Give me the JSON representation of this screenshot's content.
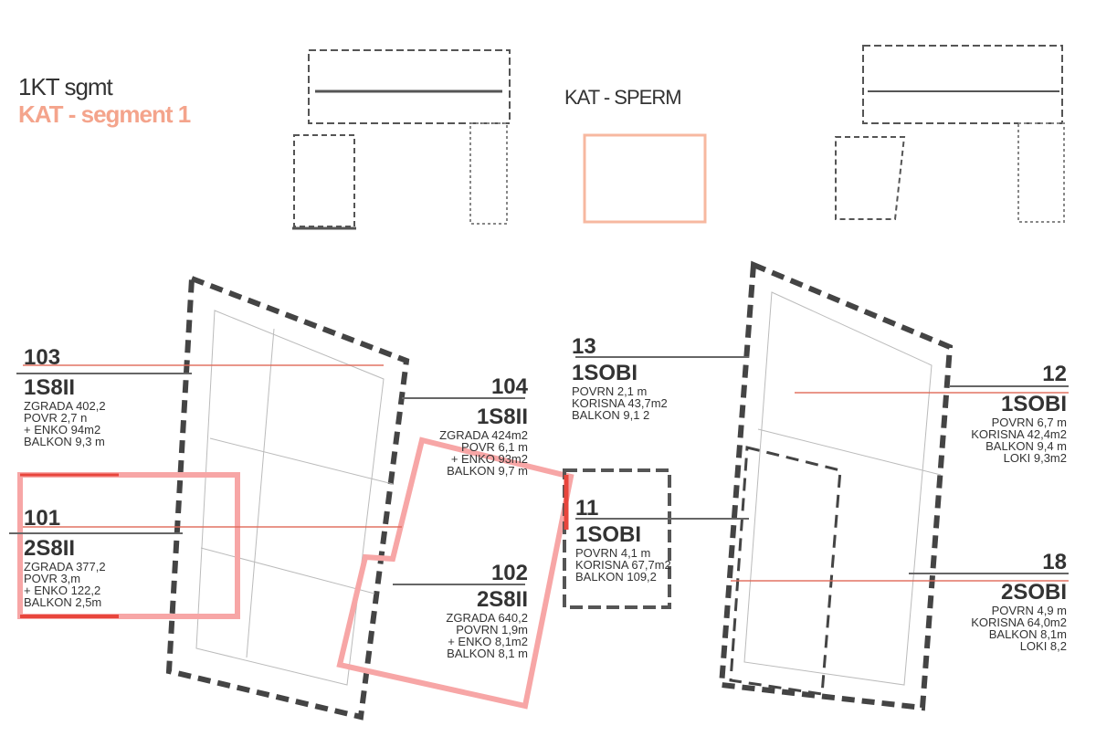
{
  "header": {
    "title_left": "1KT sgmt",
    "title_left_highlight": "KAT - segment 1",
    "title_right": "KAT - SPERM"
  },
  "colors": {
    "accent": "#e8453c",
    "highlight": "#f7a6a6",
    "wall": "#444444"
  },
  "units": [
    {
      "id": "u103",
      "num": "103",
      "type": "1S8II",
      "rows": [
        "ZGRADA 402,2",
        "POVR 2,7 n",
        "+ ENKO 94m2",
        "BALKON 9,3 m"
      ]
    },
    {
      "id": "u101",
      "num": "101",
      "type": "2S8II",
      "rows": [
        "ZGRADA 377,2",
        "POVR 3,m",
        "+ ENKO 122,2",
        "BALKON 2,5m"
      ]
    },
    {
      "id": "u104",
      "num": "104",
      "type": "1S8II",
      "rows": [
        "ZGRADA 424m2",
        "POVR 6,1 m",
        "+ ENKO 93m2",
        "BALKON 9,7 m"
      ]
    },
    {
      "id": "u102",
      "num": "102",
      "type": "2S8II",
      "rows": [
        "ZGRADA 640,2",
        "POVRN 1,9m",
        "+ ENKO 8,1m2",
        "BALKON 8,1 m"
      ]
    },
    {
      "id": "u13",
      "num": "13",
      "type": "1SOBI",
      "rows": [
        "POVRN 2,1 m",
        "KORISNA 43,7m2",
        "BALKON 9,1 2"
      ]
    },
    {
      "id": "u11",
      "num": "11",
      "type": "1SOBI",
      "rows": [
        "POVRN 4,1 m",
        "KORISNA 67,7m2",
        "BALKON 109,2"
      ]
    },
    {
      "id": "u12",
      "num": "12",
      "type": "1SOBI",
      "rows": [
        "POVRN 6,7 m",
        "KORISNA 42,4m2",
        "BALKON 9,4 m",
        "LOKI 9,3m2"
      ]
    },
    {
      "id": "u18",
      "num": "18",
      "type": "2SOBI",
      "rows": [
        "POVRN 4,9 m",
        "KORISNA 64,0m2",
        "BALKON 8,1m",
        "LOKI 8,2"
      ]
    }
  ]
}
